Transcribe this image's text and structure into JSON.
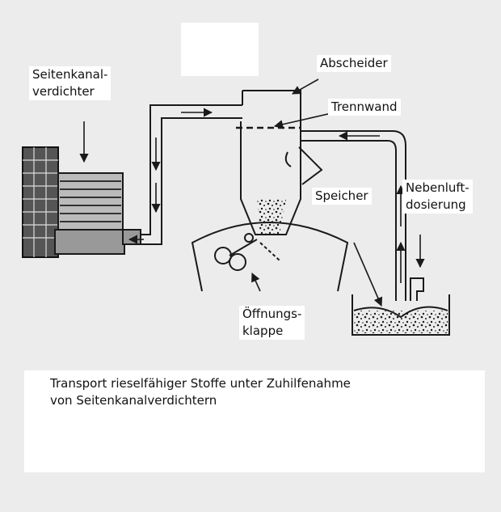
{
  "labels": {
    "compressor": "Seitenkanal-\nverdichter",
    "separator": "Abscheider",
    "partition": "Trennwand",
    "storage": "Speicher",
    "bypass_air": "Nebenluft-\ndosierung",
    "flap": "Öffnungs-\nklappe"
  },
  "caption": "Transport rieselfähiger Stoffe unter Zuhilfenahme\nvon Seitenkanalverdichtern",
  "colors": {
    "ink": "#1a1a1a",
    "paper": "#ececec",
    "label_bg": "#ffffff"
  }
}
